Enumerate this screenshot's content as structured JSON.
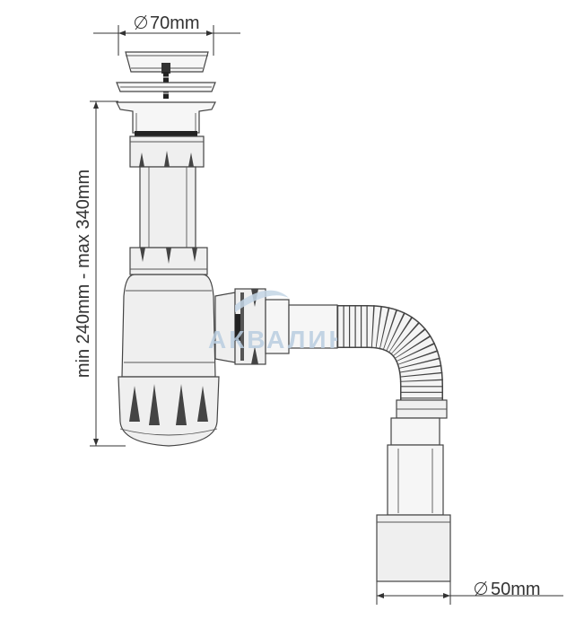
{
  "dimensions": {
    "top_diameter": "70mm",
    "bottom_diameter": "50mm",
    "height_range": "min 240mm - max 340mm"
  },
  "watermark": {
    "text": "АКВАЛИН"
  },
  "icons": {
    "diameter_symbol": "diameter-symbol-icon"
  },
  "colors": {
    "line": "#444444",
    "fill": "#efefef",
    "watermark": "#b9cde0"
  }
}
